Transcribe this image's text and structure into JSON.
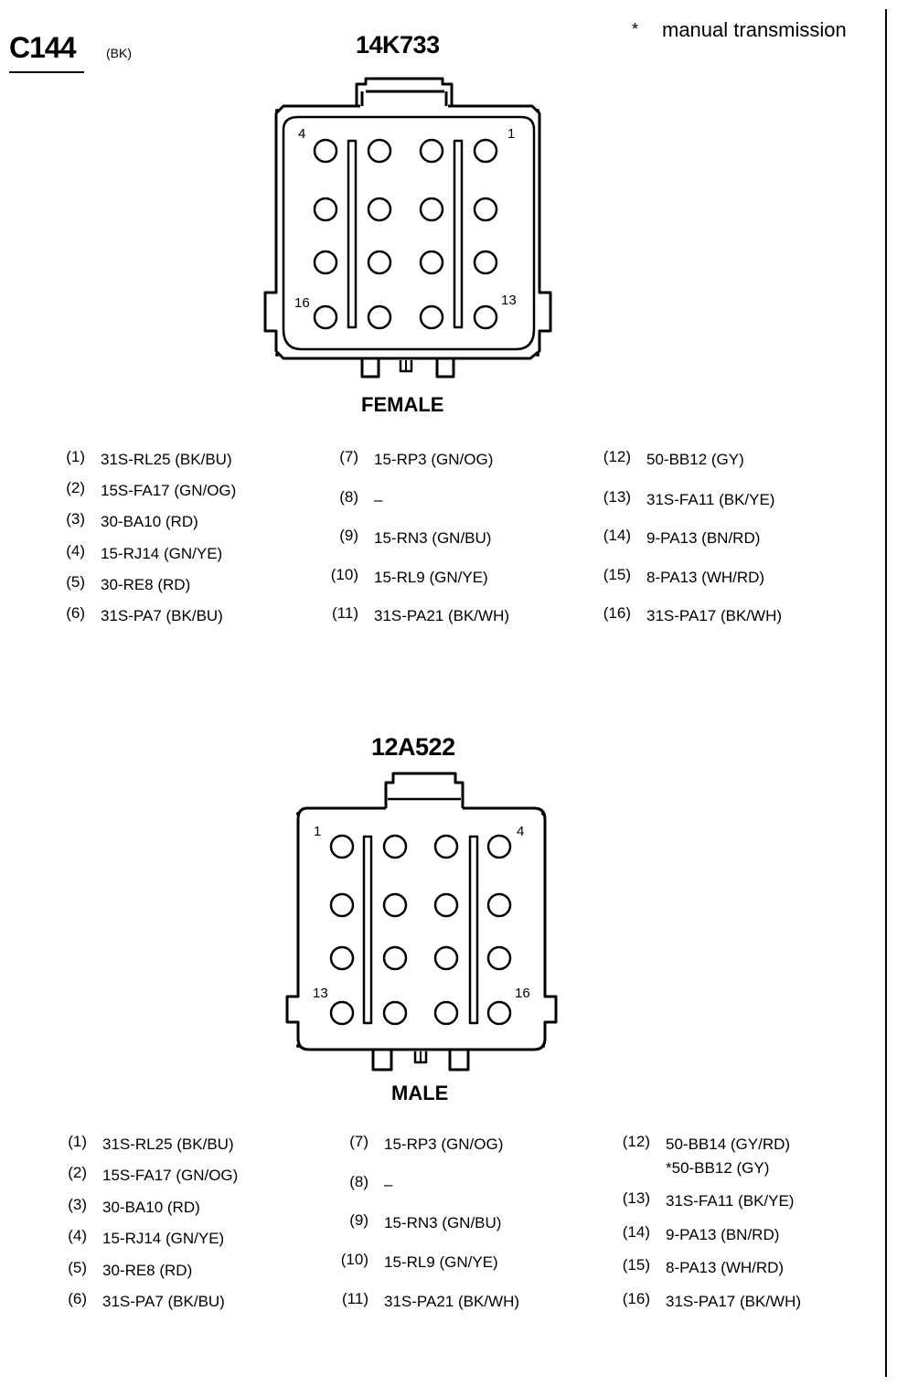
{
  "connector": {
    "id": "C144",
    "color": "(BK)",
    "note_symbol": "*",
    "note_text": "manual transmission"
  },
  "views": [
    {
      "part": "14K733",
      "label": "FEMALE",
      "corner_labels": {
        "top_left": "4",
        "top_right": "1",
        "bottom_left": "16",
        "bottom_right": "13"
      },
      "pins": [
        {
          "num": "(1)",
          "circuit": "31S-RL25 (BK/BU)"
        },
        {
          "num": "(2)",
          "circuit": "15S-FA17 (GN/OG)"
        },
        {
          "num": "(3)",
          "circuit": "30-BA10 (RD)"
        },
        {
          "num": "(4)",
          "circuit": "15-RJ14 (GN/YE)"
        },
        {
          "num": "(5)",
          "circuit": "30-RE8 (RD)"
        },
        {
          "num": "(6)",
          "circuit": "31S-PA7 (BK/BU)"
        },
        {
          "num": "(7)",
          "circuit": "15-RP3 (GN/OG)"
        },
        {
          "num": "(8)",
          "circuit": "–"
        },
        {
          "num": "(9)",
          "circuit": "15-RN3 (GN/BU)"
        },
        {
          "num": "(10)",
          "circuit": "15-RL9 (GN/YE)"
        },
        {
          "num": "(11)",
          "circuit": "31S-PA21 (BK/WH)"
        },
        {
          "num": "(12)",
          "circuit": "50-BB12 (GY)"
        },
        {
          "num": "(13)",
          "circuit": "31S-FA11 (BK/YE)"
        },
        {
          "num": "(14)",
          "circuit": "9-PA13 (BN/RD)"
        },
        {
          "num": "(15)",
          "circuit": "8-PA13 (WH/RD)"
        },
        {
          "num": "(16)",
          "circuit": "31S-PA17 (BK/WH)"
        }
      ]
    },
    {
      "part": "12A522",
      "label": "MALE",
      "corner_labels": {
        "top_left": "1",
        "top_right": "4",
        "bottom_left": "13",
        "bottom_right": "16"
      },
      "pins": [
        {
          "num": "(1)",
          "circuit": "31S-RL25 (BK/BU)"
        },
        {
          "num": "(2)",
          "circuit": "15S-FA17 (GN/OG)"
        },
        {
          "num": "(3)",
          "circuit": "30-BA10 (RD)"
        },
        {
          "num": "(4)",
          "circuit": "15-RJ14 (GN/YE)"
        },
        {
          "num": "(5)",
          "circuit": "30-RE8 (RD)"
        },
        {
          "num": "(6)",
          "circuit": "31S-PA7 (BK/BU)"
        },
        {
          "num": "(7)",
          "circuit": "15-RP3 (GN/OG)"
        },
        {
          "num": "(8)",
          "circuit": "–"
        },
        {
          "num": "(9)",
          "circuit": "15-RN3 (GN/BU)"
        },
        {
          "num": "(10)",
          "circuit": "15-RL9 (GN/YE)"
        },
        {
          "num": "(11)",
          "circuit": "31S-PA21 (BK/WH)"
        },
        {
          "num": "(12)",
          "circuit": "50-BB14 (GY/RD)",
          "circuit_alt": "*50-BB12 (GY)"
        },
        {
          "num": "(13)",
          "circuit": "31S-FA11 (BK/YE)"
        },
        {
          "num": "(14)",
          "circuit": "9-PA13 (BN/RD)"
        },
        {
          "num": "(15)",
          "circuit": "8-PA13 (WH/RD)"
        },
        {
          "num": "(16)",
          "circuit": "31S-PA17 (BK/WH)"
        }
      ]
    }
  ]
}
